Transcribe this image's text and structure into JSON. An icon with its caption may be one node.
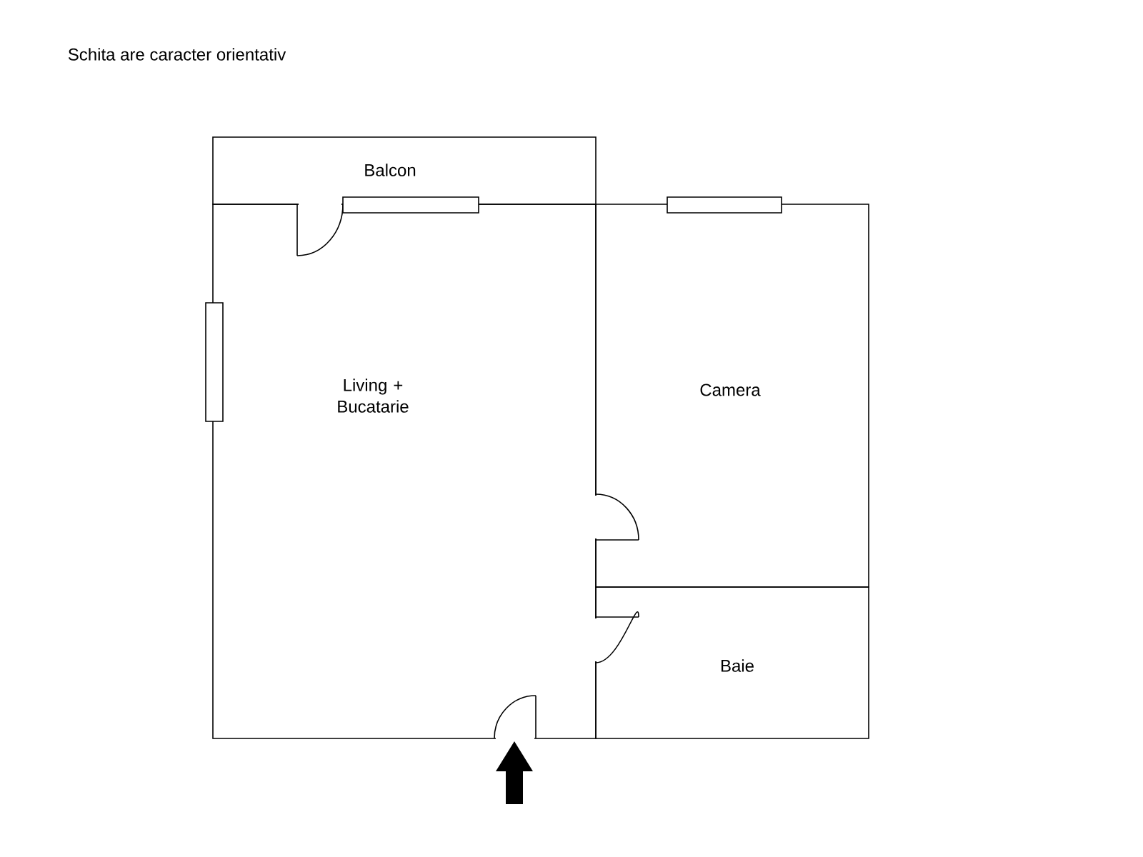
{
  "diagram": {
    "title": "Schita are caracter orientativ",
    "nodes": [
      {
        "text": [
          "Balcon"
        ]
      },
      {
        "text": [
          "Living + Bucatarie"
        ]
      },
      {
        "text": [
          "Camera"
        ]
      },
      {
        "text": [
          "Baie"
        ]
      }
    ]
  }
}
